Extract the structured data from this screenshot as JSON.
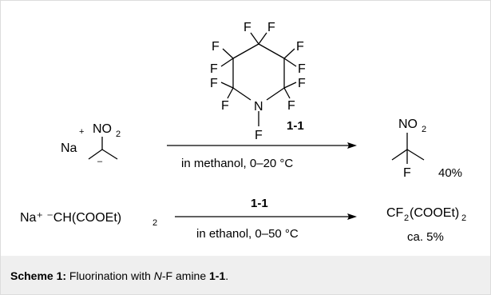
{
  "reagent": {
    "compound_label": "1-1",
    "fluorine_symbol": "F",
    "nitrogen_symbol": "N"
  },
  "reaction1": {
    "cation": "Na",
    "charge_plus": "+",
    "charge_minus": "–",
    "nitro_group": "NO",
    "subscript_2": "2",
    "conditions": "in methanol, 0–20 °C",
    "product_fluorine": "F",
    "product_nitro": "NO",
    "yield": "40%"
  },
  "reaction2": {
    "reactant": "Na⁺ ⁻CH(COOEt)",
    "reactant_subscript": "2",
    "reagent_label": "1-1",
    "conditions": "in ethanol, 0–50 °C",
    "product_a": "CF",
    "product_sub_a": "2",
    "product_b": "(COOEt)",
    "product_sub_b": "2",
    "yield": "ca. 5%"
  },
  "caption": {
    "prefix": "Scheme 1:",
    "text_before": " Fluorination with ",
    "italic_n": "N",
    "text_mid": "-F amine ",
    "compound": "1-1",
    "text_end": "."
  }
}
